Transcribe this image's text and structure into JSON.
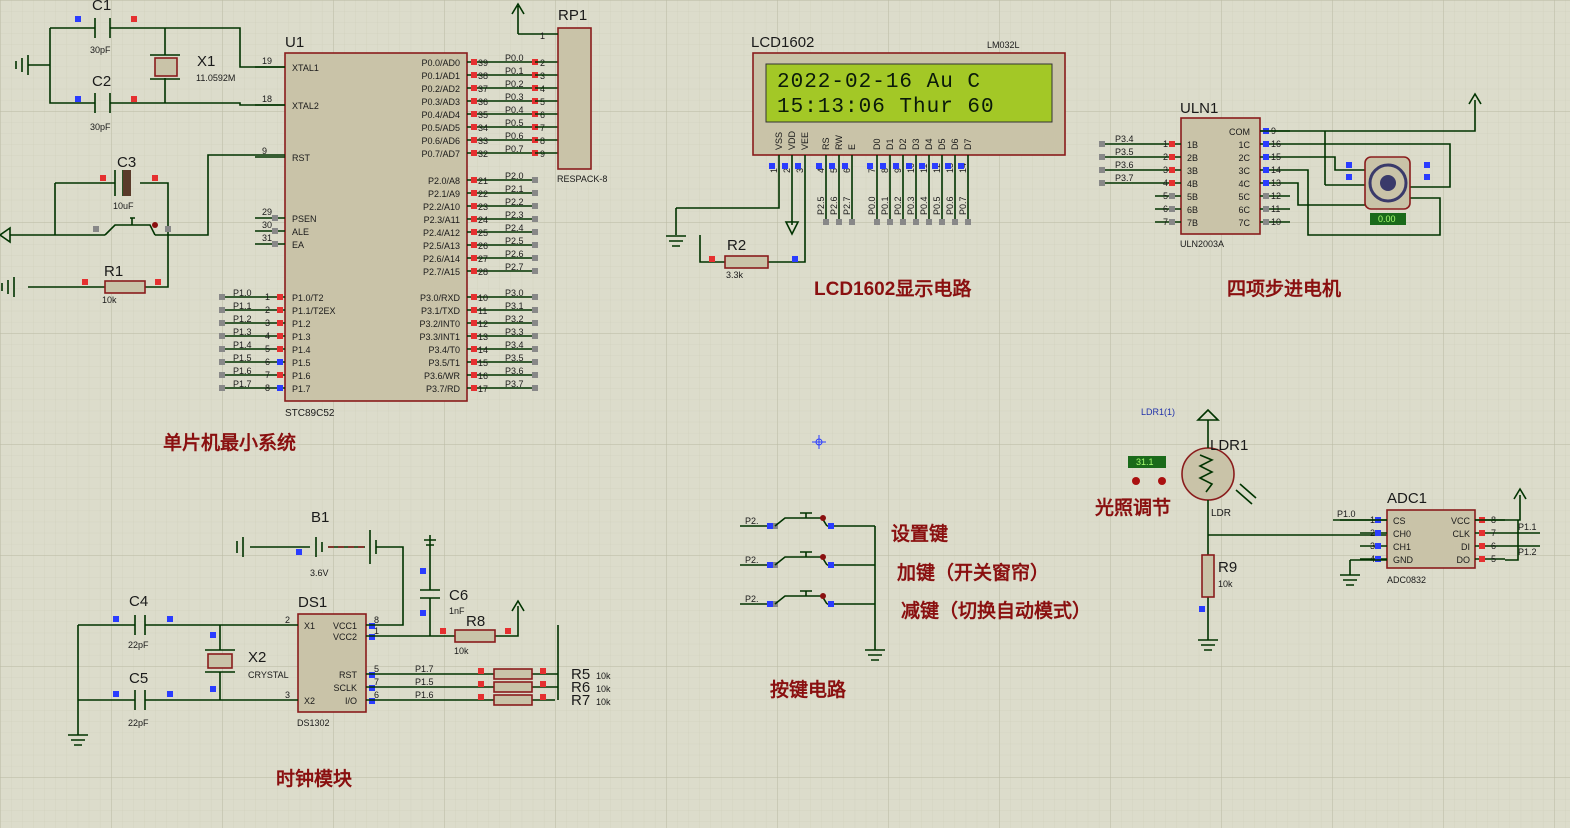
{
  "sections": {
    "mcu": "单片机最小系统",
    "lcd": "LCD1602显示电路",
    "motor": "四项步进电机",
    "ldr": "光照调节",
    "keys": "按键电路",
    "clock": "时钟模块"
  },
  "keys": {
    "set": "设置键",
    "add": "加键（开关窗帘）",
    "sub": "减键（切换自动模式）"
  },
  "mcu": {
    "ref": "U1",
    "part": "STC89C52",
    "left_pins": [
      {
        "num": "19",
        "name": "XTAL1"
      },
      {
        "num": "18",
        "name": "XTAL2"
      },
      {
        "num": "9",
        "name": "RST"
      },
      {
        "num": "29",
        "name": "PSEN"
      },
      {
        "num": "30",
        "name": "ALE"
      },
      {
        "num": "31",
        "name": "EA"
      }
    ],
    "p1_nets": [
      "P1.0",
      "P1.1",
      "P1.2",
      "P1.3",
      "P1.4",
      "P1.5",
      "P1.6",
      "P1.7"
    ],
    "p1_names": [
      "P1.0/T2",
      "P1.1/T2EX",
      "P1.2",
      "P1.3",
      "P1.4",
      "P1.5",
      "P1.6",
      "P1.7"
    ],
    "p1_nums": [
      "1",
      "2",
      "3",
      "4",
      "5",
      "6",
      "7",
      "8"
    ],
    "p0_names": [
      "P0.0/AD0",
      "P0.1/AD1",
      "P0.2/AD2",
      "P0.3/AD3",
      "P0.4/AD4",
      "P0.5/AD5",
      "P0.6/AD6",
      "P0.7/AD7"
    ],
    "p0_nums": [
      "39",
      "38",
      "37",
      "36",
      "35",
      "34",
      "33",
      "32"
    ],
    "p0_nets": [
      "P0.0",
      "P0.1",
      "P0.2",
      "P0.3",
      "P0.4",
      "P0.5",
      "P0.6",
      "P0.7"
    ],
    "p2_names": [
      "P2.0/A8",
      "P2.1/A9",
      "P2.2/A10",
      "P2.3/A11",
      "P2.4/A12",
      "P2.5/A13",
      "P2.6/A14",
      "P2.7/A15"
    ],
    "p2_nums": [
      "21",
      "22",
      "23",
      "24",
      "25",
      "26",
      "27",
      "28"
    ],
    "p2_nets": [
      "P2.0",
      "P2.1",
      "P2.2",
      "P2.3",
      "P2.4",
      "P2.5",
      "P2.6",
      "P2.7"
    ],
    "p3_names": [
      "P3.0/RXD",
      "P3.1/TXD",
      "P3.2/INT0",
      "P3.3/INT1",
      "P3.4/T0",
      "P3.5/T1",
      "P3.6/WR",
      "P3.7/RD"
    ],
    "p3_nums": [
      "10",
      "11",
      "12",
      "13",
      "14",
      "15",
      "16",
      "17"
    ],
    "p3_nets": [
      "P3.0",
      "P3.1",
      "P3.2",
      "P3.3",
      "P3.4",
      "P3.5",
      "P3.6",
      "P3.7"
    ]
  },
  "rp1": {
    "ref": "RP1",
    "part": "RESPACK-8",
    "pin1": "1",
    "nums": [
      "2",
      "3",
      "4",
      "5",
      "6",
      "7",
      "8",
      "9"
    ]
  },
  "osc": {
    "c1": "C1",
    "c1v": "30pF",
    "c2": "C2",
    "c2v": "30pF",
    "x1": "X1",
    "x1v": "11.0592M",
    "c3": "C3",
    "c3v": "10uF",
    "r1": "R1",
    "r1v": "10k"
  },
  "lcd": {
    "ref": "LCD1602",
    "part": "LM032L",
    "line1": "2022-02-16  Au C",
    "line2": "15:13:06 Thur 60",
    "pins": [
      "VSS",
      "VDD",
      "VEE",
      "RS",
      "RW",
      "E",
      "D0",
      "D1",
      "D2",
      "D3",
      "D4",
      "D5",
      "D6",
      "D7"
    ],
    "nums": [
      "1",
      "2",
      "3",
      "4",
      "5",
      "6",
      "7",
      "8",
      "9",
      "10",
      "11",
      "12",
      "13",
      "14"
    ],
    "nets": [
      "P2.5",
      "P2.6",
      "P2.7",
      "P0.0",
      "P0.1",
      "P0.2",
      "P0.3",
      "P0.4",
      "P0.5",
      "P0.6",
      "P0.7"
    ],
    "r2": "R2",
    "r2v": "3.3k"
  },
  "uln": {
    "ref": "ULN1",
    "part": "ULN2003A",
    "in_names": [
      "1B",
      "2B",
      "3B",
      "4B",
      "5B",
      "6B",
      "7B"
    ],
    "in_nums": [
      "1",
      "2",
      "3",
      "4",
      "5",
      "6",
      "7"
    ],
    "in_nets": [
      "P3.4",
      "P3.5",
      "P3.6",
      "P3.7"
    ],
    "out_names": [
      "COM",
      "1C",
      "2C",
      "3C",
      "4C",
      "5C",
      "6C",
      "7C"
    ],
    "out_nums": [
      "9",
      "16",
      "15",
      "14",
      "13",
      "12",
      "11",
      "10"
    ],
    "motor_readout": "0.00"
  },
  "ldr": {
    "probe": "LDR1(1)",
    "ref": "LDR1",
    "part": "LDR",
    "readout": "31.1",
    "r9": "R9",
    "r9v": "10k"
  },
  "adc": {
    "ref": "ADC1",
    "part": "ADC0832",
    "left_names": [
      "CS",
      "CH0",
      "CH1",
      "GND"
    ],
    "left_nums": [
      "1",
      "2",
      "3",
      "4"
    ],
    "right_names": [
      "VCC",
      "CLK",
      "DI",
      "DO"
    ],
    "right_nums": [
      "8",
      "7",
      "6",
      "5"
    ],
    "net_cs": "P1.0",
    "net_clk": "P1.1",
    "net_di": "P1.2"
  },
  "keypins": [
    "P2.",
    "P2.",
    "P2."
  ],
  "clock": {
    "b1": "B1",
    "b1v": "3.6V",
    "c6": "C6",
    "c6v": "1nF",
    "r8": "R8",
    "r8v": "10k",
    "c4": "C4",
    "c4v": "22pF",
    "c5": "C5",
    "c5v": "22pF",
    "x2": "X2",
    "x2v": "CRYSTAL",
    "ds": "DS1",
    "part": "DS1302",
    "left_names": [
      "X1",
      "X2"
    ],
    "left_nums": [
      "2",
      "3"
    ],
    "right_names": [
      "VCC1",
      "VCC2",
      "RST",
      "SCLK",
      "I/O"
    ],
    "right_nums": [
      "8",
      "1",
      "5",
      "7",
      "6"
    ],
    "nets": [
      "P1.7",
      "P1.5",
      "P1.6"
    ],
    "rr": [
      "R5",
      "R6",
      "R7"
    ],
    "rrv": [
      "10k",
      "10k",
      "10k"
    ]
  }
}
